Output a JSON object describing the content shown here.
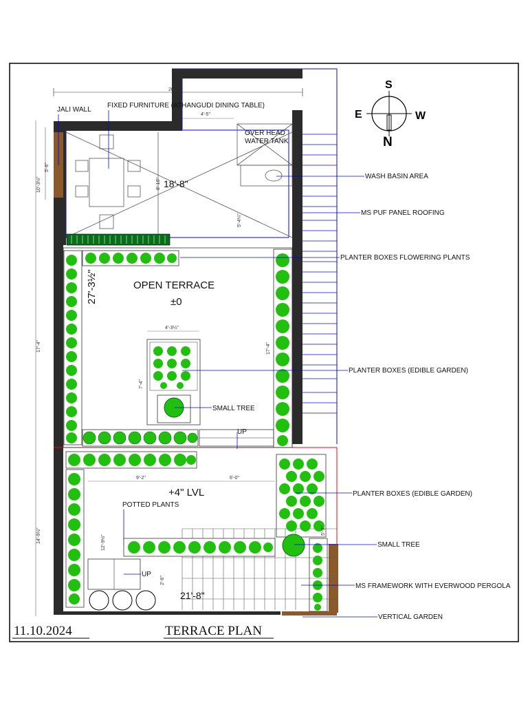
{
  "compass": {
    "north": "N",
    "south": "S",
    "east": "E",
    "west": "W"
  },
  "top_labels": {
    "jali_wall": "JALI WALL",
    "fixed_furniture": "FIXED FURNITURE (ATHANGUDI DINING TABLE)",
    "overhead_tank": [
      "OVER HEAD",
      "WATER TANK"
    ]
  },
  "callouts": [
    "WASH BASIN AREA",
    "MS PUF PANEL ROOFING",
    "PLANTER BOXES FLOWERING PLANTS",
    "PLANTER BOXES (EDIBLE GARDEN)",
    "SMALL TREE",
    "PLANTER BOXES (EDIBLE GARDEN)",
    "SMALL TREE",
    "MS FRAMEWORK WITH EVERWOOD PERGOLA",
    "VERTICAL GARDEN"
  ],
  "rooms": {
    "open_terrace": "OPEN TERRACE",
    "open_terrace_level": "±0",
    "lower_level": "+4\" LVL",
    "potted_plants": "POTTED PLANTS",
    "up_1": "UP",
    "up_2": "UP"
  },
  "dimensions": {
    "overall_width": "20'-0\"",
    "tank_width": "4'-5\"",
    "covered_span": "18'-8\"",
    "covered_depth": "8'-10\"",
    "wall_height": "5'-4¼\"",
    "left_top_a": "5'-6\"",
    "left_top_b": "10'-3½\"",
    "terrace_length": "27'-3½\"",
    "left_mid": "17'-4\"",
    "right_mid": "17'-4\"",
    "planter_width": "4'-3¼\"",
    "planter_depth": "7'-4\"",
    "lower_width_a": "9'-2\"",
    "lower_width_b": "6'-0\"",
    "left_bottom": "14'-9½\"",
    "lower_depth": "12'-9½\"",
    "step_depth": "2'-6\"",
    "lower_span": "21'-8\"",
    "pergola_dim": "5'-3\""
  },
  "footer": {
    "date": "11.10.2024",
    "title": "TERRACE PLAN"
  },
  "colors": {
    "wall": "#2b2b2b",
    "blue": "#0000ff",
    "green": "#22c00e",
    "dark_green": "#0b6b1e",
    "brown": "#8b5a2b",
    "red": "#ff0000"
  }
}
